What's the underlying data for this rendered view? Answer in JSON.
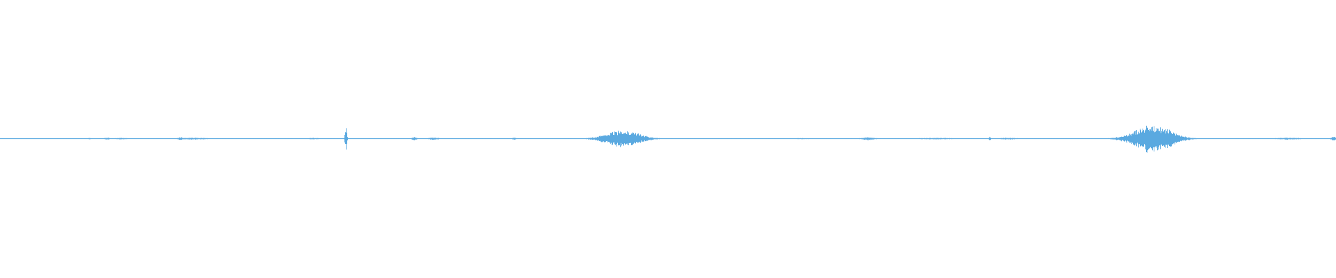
{
  "waveform": {
    "color": "#5aa9e0",
    "events": [
      {
        "position": 0.067,
        "amplitude": 0.04,
        "duration": 0.002
      },
      {
        "position": 0.08,
        "amplitude": 0.05,
        "duration": 0.004
      },
      {
        "position": 0.09,
        "amplitude": 0.03,
        "duration": 0.012
      },
      {
        "position": 0.135,
        "amplitude": 0.06,
        "duration": 0.004
      },
      {
        "position": 0.145,
        "amplitude": 0.04,
        "duration": 0.02
      },
      {
        "position": 0.235,
        "amplitude": 0.03,
        "duration": 0.01
      },
      {
        "position": 0.259,
        "amplitude": 0.45,
        "duration": 0.0015
      },
      {
        "position": 0.31,
        "amplitude": 0.06,
        "duration": 0.004
      },
      {
        "position": 0.325,
        "amplitude": 0.05,
        "duration": 0.008
      },
      {
        "position": 0.385,
        "amplitude": 0.05,
        "duration": 0.003
      },
      {
        "position": 0.466,
        "amplitude": 0.32,
        "duration": 0.028
      },
      {
        "position": 0.6,
        "amplitude": 0.02,
        "duration": 0.02
      },
      {
        "position": 0.65,
        "amplitude": 0.06,
        "duration": 0.01
      },
      {
        "position": 0.7,
        "amplitude": 0.03,
        "duration": 0.03
      },
      {
        "position": 0.741,
        "amplitude": 0.07,
        "duration": 0.002
      },
      {
        "position": 0.755,
        "amplitude": 0.04,
        "duration": 0.012
      },
      {
        "position": 0.837,
        "amplitude": 0.04,
        "duration": 0.004
      },
      {
        "position": 0.863,
        "amplitude": 0.55,
        "duration": 0.03
      },
      {
        "position": 0.965,
        "amplitude": 0.04,
        "duration": 0.02
      },
      {
        "position": 0.998,
        "amplitude": 0.1,
        "duration": 0.003
      }
    ],
    "baseline_noise": 0.008
  }
}
